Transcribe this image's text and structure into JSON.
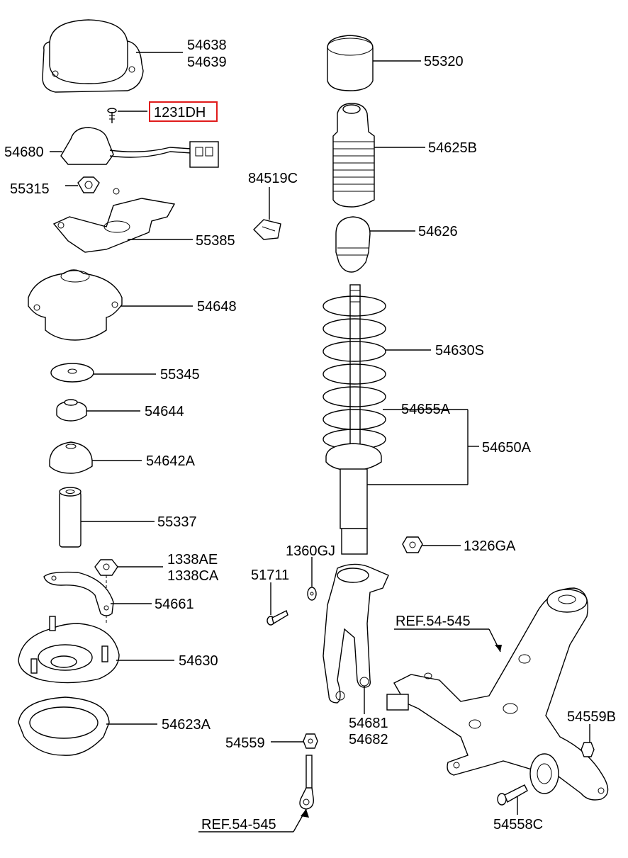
{
  "highlight_color": "#e01b1b",
  "labels": {
    "p54638": "54638",
    "p54639": "54639",
    "p1231DH": "1231DH",
    "p54680": "54680",
    "p55315": "55315",
    "p55385": "55385",
    "p84519C": "84519C",
    "p54648": "54648",
    "p55345": "55345",
    "p54644": "54644",
    "p54642A": "54642A",
    "p55337": "55337",
    "p1338AE": "1338AE",
    "p1338CA": "1338CA",
    "p54661": "54661",
    "p54630": "54630",
    "p54623A": "54623A",
    "p55320": "55320",
    "p54625B": "54625B",
    "p54626": "54626",
    "p54630S": "54630S",
    "p54655A": "54655A",
    "p54650A": "54650A",
    "p1360GJ": "1360GJ",
    "p1326GA": "1326GA",
    "p51711": "51711",
    "p54681": "54681",
    "p54682": "54682",
    "pRef1": "REF.54-545",
    "p54559B": "54559B",
    "p54559": "54559",
    "p54558C": "54558C",
    "pRef2": "REF.54-545"
  }
}
